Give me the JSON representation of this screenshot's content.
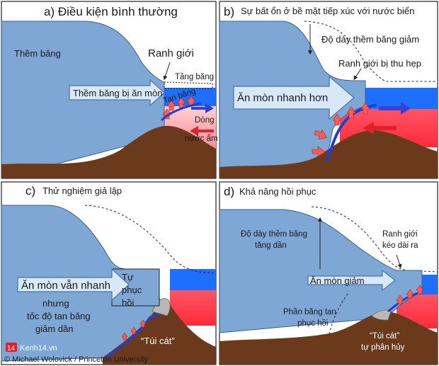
{
  "colors": {
    "ice": "#7fa7d6",
    "ice_dark": "#5b87bf",
    "water_blue": "#1f6fff",
    "water_red": "#ff3a4a",
    "warm_pink": "#ffb0b0",
    "bedrock": "#6b3a1c",
    "arrow_fill": "#d8e8f7",
    "arrow_stroke": "#4a74a8",
    "melt_arrow": "#ff5a5a"
  },
  "panels": {
    "a": {
      "title": "a) Điều kiện bình thường",
      "ice_shelf": "Thềm băng",
      "grounding_line": "Ranh giới",
      "ice_layer": "Tầng băng",
      "melting": "Tan băng",
      "eroded_arrow": "Thềm băng bị ăn mòn",
      "warm_flow_1": "Dòng",
      "warm_flow_2": "nước ấm"
    },
    "b": {
      "title": "b) Sự bất ổn ở bề mặt tiếp xúc với nước biển",
      "thickness_decrease": "Độ dày thềm băng giảm",
      "narrowed_line": "Ranh giới bị thu hẹp",
      "faster_erosion": "Ăn mòn nhanh hơn"
    },
    "c": {
      "title": "c) Thử nghiệm giả lập",
      "still_fast": "Ăn mòn vẫn nhanh",
      "self_heal_1": "Tự",
      "self_heal_2": "phục",
      "self_heal_3": "hồi",
      "but_1": "nhưng",
      "but_2": "tốc độ tan băng",
      "but_3": "giảm dần",
      "sandbag": "“Túi cát”"
    },
    "d": {
      "title": "d) Khả năng hồi phục",
      "thickness_increase_1": "Độ dày thềm băng",
      "thickness_increase_2": "tăng dần",
      "line_extended_1": "Ranh giới",
      "line_extended_2": "kéo dài ra",
      "erosion_reduced": "Ăn mòn giảm",
      "recovered_1": "Phần băng tan",
      "recovered_2": "phục hồi",
      "sandbag_1": "“Túi cát”",
      "sandbag_2": "tự phân hủy"
    }
  },
  "watermark": {
    "badge": "14",
    "text": "Kenh14.vn"
  },
  "credit": "© Michael Wolovick / Princeton University"
}
